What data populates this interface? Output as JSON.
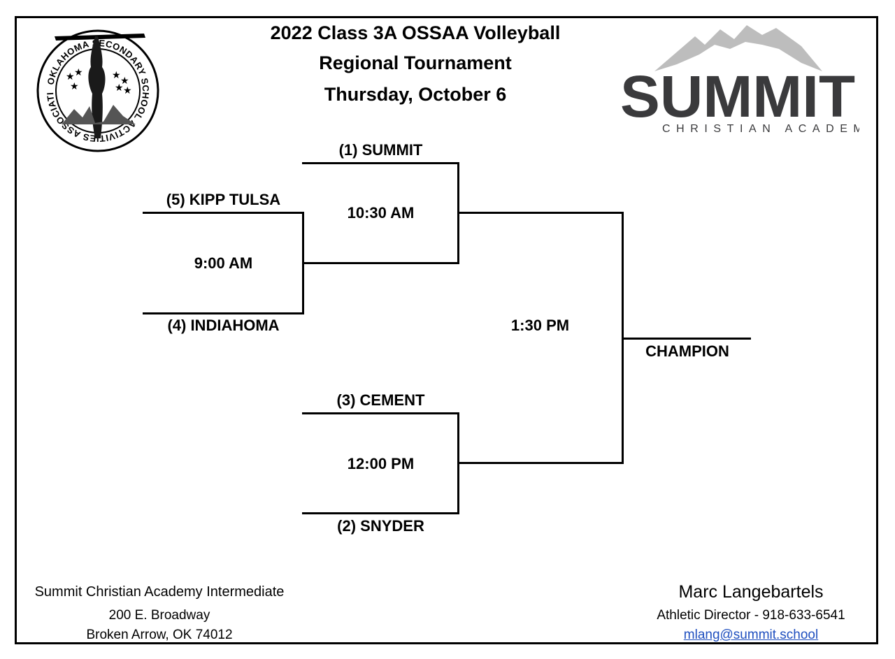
{
  "header": {
    "line1": "2022 Class 3A OSSAA Volleyball",
    "line2": "Regional Tournament",
    "line3": "Thursday, October 6"
  },
  "logos": {
    "ossaa_seal_text": "OKLAHOMA SECONDARY SCHOOL ACTIVITIES ASSOCIATION",
    "summit_wordmark": "SUMMIT",
    "summit_subtitle": "CHRISTIAN ACADEMY"
  },
  "bracket": {
    "team_summit": "(1) SUMMIT",
    "team_kipp": "(5) KIPP TULSA",
    "team_indiahoma": "(4) INDIAHOMA",
    "team_cement": "(3) CEMENT",
    "team_snyder": "(2) SNYDER",
    "time_game1": "9:00 AM",
    "time_game2": "10:30 AM",
    "time_game3": "12:00 PM",
    "time_final": "1:30 PM",
    "champion_label": "CHAMPION"
  },
  "footer_left": {
    "school": "Summit Christian Academy Intermediate",
    "street": "200 E. Broadway",
    "city": "Broken Arrow, OK 74012"
  },
  "footer_right": {
    "name": "Marc Langebartels",
    "title_phone": "Athletic Director - 918-633-6541",
    "email": "mlang@summit.school"
  },
  "colors": {
    "line": "#000000",
    "summit_dark": "#3a3a3c",
    "summit_mountain": "#bdbdbd",
    "link": "#1f4fbf"
  }
}
